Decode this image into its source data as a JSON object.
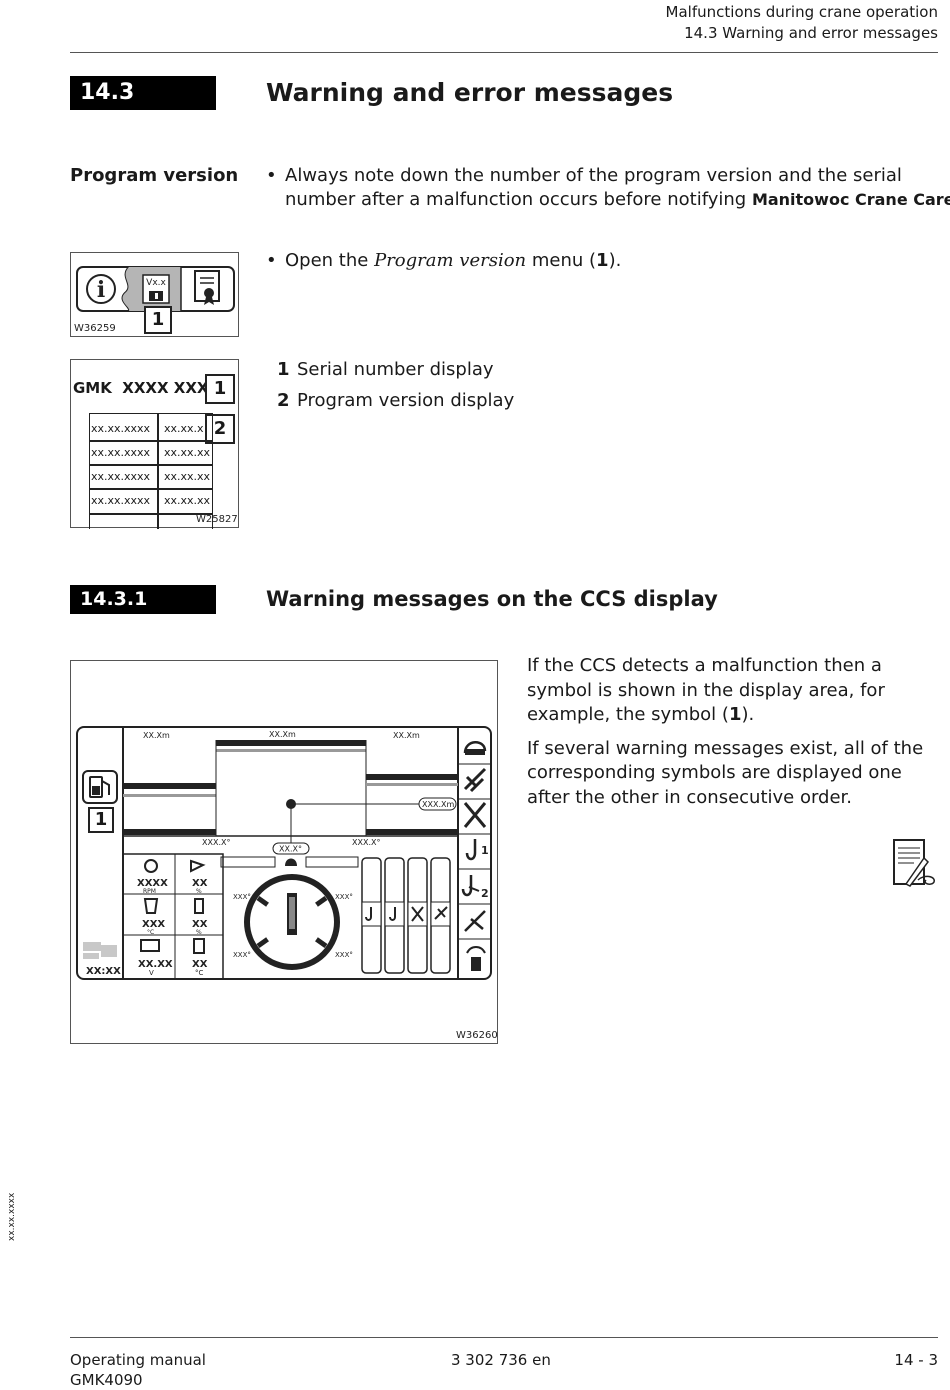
{
  "header": {
    "line1": "Malfunctions during crane operation",
    "line2": "14.3 Warning and error messages"
  },
  "section": {
    "number": "14.3",
    "title": "Warning and error messages"
  },
  "program_version": {
    "label": "Program version",
    "bullet1": "Always note down the number of the program version and the serial number after a malfunction occurs before notifying",
    "bullet1_emph": "Manitowoc Crane Care",
    "bullet2_pre": "Open the",
    "bullet2_menu": "Program version",
    "bullet2_post": "menu (",
    "bullet2_ref": "1",
    "bullet2_end": ")."
  },
  "fig1": {
    "id": "W36259",
    "callout": "1",
    "screen_label": "Vx.x"
  },
  "fig2": {
    "id": "W25827",
    "title": "GMK  XXXX XXX",
    "callout1": "1",
    "callout2": "2",
    "rows": [
      [
        "xx.xx.xxxx",
        "xx.xx.x"
      ],
      [
        "xx.xx.xxxx",
        "xx.xx.xx"
      ],
      [
        "xx.xx.xxxx",
        "xx.xx.xx"
      ],
      [
        "xx.xx.xxxx",
        "xx.xx.xx"
      ]
    ]
  },
  "legend": [
    {
      "num": "1",
      "text": "Serial number display"
    },
    {
      "num": "2",
      "text": "Program version display"
    }
  ],
  "subsection": {
    "number": "14.3.1",
    "title": "Warning messages on the CCS display"
  },
  "fig3": {
    "id": "W36260",
    "callout": "1",
    "radius_left": "XX.Xm",
    "radius_mid": "XX.Xm",
    "radius_right": "XX.Xm",
    "radius_tag": "XXX.Xm",
    "angle_left": "XXX.X°",
    "angle_right": "XXX.X°",
    "angle_mid": "XX.X°",
    "slew_tl": "XXX°",
    "slew_tr": "XXX°",
    "slew_bl": "XXX°",
    "slew_br": "XXX°",
    "clock": "XX:XX",
    "gauges": [
      {
        "value": "XXXX",
        "unit": "RPM"
      },
      {
        "value": "XX",
        "unit": "%"
      },
      {
        "value": "XXX",
        "unit": "°C"
      },
      {
        "value": "XX",
        "unit": "%"
      },
      {
        "value": "XX.XX",
        "unit": "V"
      },
      {
        "value": "XX",
        "unit": "°C"
      }
    ],
    "hook1": "1",
    "hook2": "2"
  },
  "ccs_text": {
    "para1_pre": "If the CCS detects a malfunction then a symbol is shown in the display area, for example, the symbol (",
    "para1_ref": "1",
    "para1_post": ").",
    "para2": "If several warning messages exist, all of the corresponding symbols are displayed one after the other in consecutive order."
  },
  "side_code": "xx.xx.xxxx",
  "footer": {
    "left1": "Operating manual",
    "left2": "GMK4090",
    "center": "3 302 736 en",
    "right": "14 - 3"
  }
}
